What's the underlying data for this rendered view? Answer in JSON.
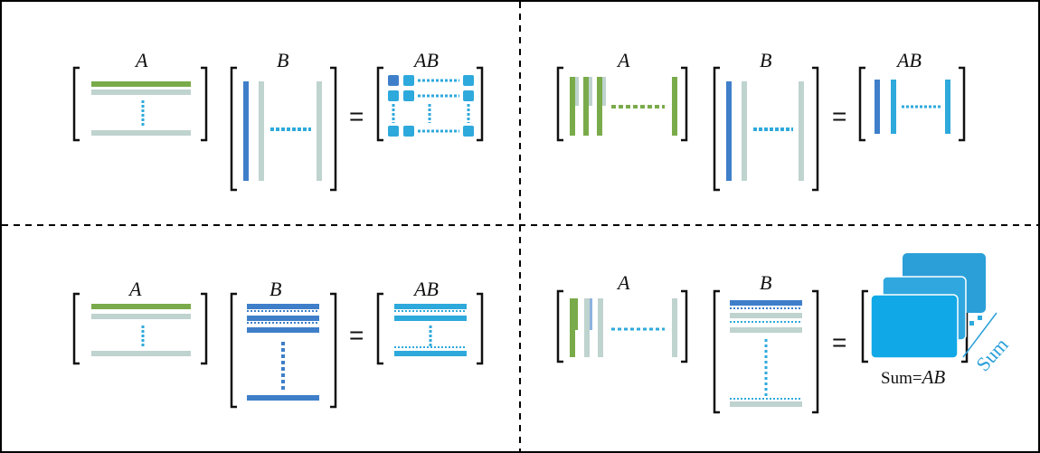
{
  "colors": {
    "green": "#7aab4a",
    "gray": "#bfd3cf",
    "blue": "#3f7fc9",
    "cyan": "#2ea9dc",
    "cyan_dark": "#1b93c9",
    "border": "#000000"
  },
  "labels": {
    "A": "A",
    "B": "B",
    "AB": "AB",
    "equals": "=",
    "sum": "Sum",
    "sum_prefix": "Sum=",
    "sum_suffix": "AB"
  },
  "panels": [
    {
      "id": "row-times-column",
      "labels": [
        "A",
        "B",
        "AB"
      ]
    },
    {
      "id": "column-times-matrix",
      "labels": [
        "A",
        "B",
        "AB"
      ]
    },
    {
      "id": "row-times-matrix",
      "labels": [
        "A",
        "B",
        "AB"
      ]
    },
    {
      "id": "column-times-row-sum",
      "labels": [
        "A",
        "B",
        "Sum=AB",
        "Sum"
      ]
    }
  ]
}
